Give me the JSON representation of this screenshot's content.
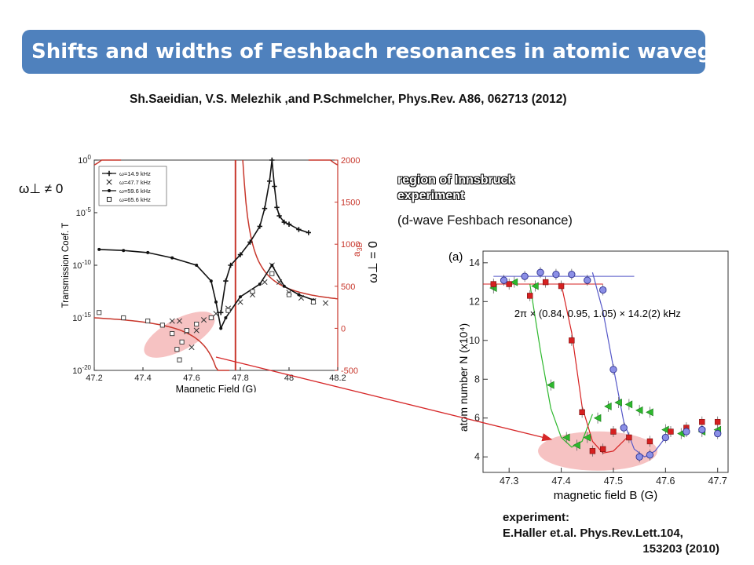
{
  "slide": {
    "title": "Shifts and widths of Feshbach resonances in atomic waveguides",
    "citation": "Sh.Saeidian, V.S. Melezhik ,and P.Schmelcher, Phys.Rev. A86, 062713 (2012)",
    "region_label_line1": "region of Innsbruck",
    "region_label_line2": "experiment",
    "dwave_note": "(d-wave Feshbach resonance)",
    "experiment_line1": "experiment:",
    "experiment_line2": "E.Haller et.al. Phys.Rev.Lett.104,",
    "experiment_line3": "153203 (2010)",
    "annotation_neq": "ω⊥ ≠ 0",
    "annotation_eq": "ω⊥ = 0",
    "highlight_color": "#f4b3b3",
    "arrow_color": "#d62728"
  },
  "chart_data": [
    {
      "type": "line",
      "xlabel": "Magnetic Field (G)",
      "ylabel": "Transmission Coef. T",
      "y2label": "a",
      "y2label_sub": "3D",
      "xlim": [
        47.2,
        48.2
      ],
      "xticks": [
        "47.2",
        "47.4",
        "47.6",
        "47.8",
        "48",
        "48.2"
      ],
      "y_scale": "log",
      "yticks": [
        {
          "base": "10",
          "exp": "0"
        },
        {
          "base": "10",
          "exp": "-5"
        },
        {
          "base": "10",
          "exp": "-10"
        },
        {
          "base": "10",
          "exp": "-15"
        },
        {
          "base": "10",
          "exp": "-20"
        }
      ],
      "ylim_log10": [
        -20,
        0
      ],
      "y2lim": [
        -500,
        2000
      ],
      "y2ticks": [
        "2000",
        "1500",
        "1000",
        "500",
        "0",
        "-500"
      ],
      "legend_position": "top-left",
      "series": [
        {
          "name": "ω=14.9 kHz",
          "marker": "plus",
          "x": [
            47.72,
            47.74,
            47.76,
            47.8,
            47.84,
            47.88,
            47.9,
            47.92,
            47.93,
            47.94,
            47.95,
            47.96,
            47.98,
            48.0,
            48.04,
            48.08
          ],
          "y": [
            -14.5,
            -11.5,
            -10.0,
            -9.0,
            -7.8,
            -6.3,
            -4.6,
            -2.0,
            0.0,
            -2.5,
            -4.5,
            -5.3,
            -5.9,
            -6.1,
            -6.6,
            -6.9
          ]
        },
        {
          "name": "ω=47.7 kHz",
          "marker": "x",
          "x": [
            47.52,
            47.55,
            47.58,
            47.6,
            47.62,
            47.65,
            47.7,
            47.75,
            47.8,
            47.85,
            47.9,
            47.93,
            47.96,
            48.0,
            48.05,
            48.1,
            48.15
          ],
          "y": [
            -15.3,
            -15.3,
            -16.3,
            -17.8,
            -16.2,
            -15.2,
            -14.6,
            -14.1,
            -13.5,
            -12.8,
            -11.6,
            -10.0,
            -11.6,
            -12.6,
            -13.1,
            -13.4,
            -13.6
          ]
        },
        {
          "name": "ω=59.6 kHz",
          "marker": "dot",
          "x": [
            47.22,
            47.32,
            47.42,
            47.52,
            47.62,
            47.68,
            47.7,
            47.72,
            47.74,
            47.8,
            47.88,
            47.93,
            47.98,
            48.04,
            48.1
          ],
          "y": [
            -8.5,
            -8.6,
            -8.8,
            -9.3,
            -10.0,
            -11.5,
            -13.5,
            -16.0,
            -15.0,
            -13.0,
            -11.8,
            -10.0,
            -12.0,
            -12.8,
            -13.3
          ]
        },
        {
          "name": "ω=65.6 kHz",
          "marker": "square",
          "x": [
            47.22,
            47.32,
            47.42,
            47.48,
            47.52,
            47.54,
            47.55,
            47.56,
            47.58,
            47.62,
            47.68,
            47.75,
            47.85,
            47.93,
            48.0,
            48.1
          ],
          "y": [
            -14.5,
            -15.0,
            -15.3,
            -15.7,
            -16.5,
            -18.0,
            -19.0,
            -17.3,
            -16.2,
            -15.6,
            -15.0,
            -14.3,
            -12.5,
            -10.8,
            -12.8,
            -13.5
          ]
        }
      ],
      "a3d_curve_note": "red a3D divergence at 47.78 G",
      "resonance_line_x": 47.78
    },
    {
      "type": "scatter",
      "panel_label": "(a)",
      "xlabel": "magnetic field B (G)",
      "ylabel": "atom number N (x10⁴)",
      "xlim": [
        47.25,
        47.72
      ],
      "ylim": [
        3.2,
        14.6
      ],
      "xticks": [
        "47.3",
        "47.4",
        "47.5",
        "47.6",
        "47.7"
      ],
      "yticks": [
        "14",
        "12",
        "10",
        "8",
        "6",
        "4"
      ],
      "annotation": "2π × (0.84, 0.95, 1.05) × 14.2(2) kHz",
      "series": [
        {
          "name": "0.84",
          "color": "#2db82d",
          "marker": "triangle",
          "x": [
            47.27,
            47.31,
            47.35,
            47.38,
            47.41,
            47.43,
            47.45,
            47.47,
            47.49,
            47.51,
            47.53,
            47.55,
            47.57,
            47.6,
            47.63,
            47.67,
            47.7
          ],
          "y": [
            12.7,
            13.0,
            12.8,
            7.7,
            5.0,
            4.6,
            5.0,
            6.0,
            6.6,
            6.8,
            6.7,
            6.4,
            6.3,
            5.4,
            5.2,
            5.3,
            5.4
          ]
        },
        {
          "name": "0.95",
          "color": "#d62020",
          "marker": "square",
          "x": [
            47.27,
            47.3,
            47.34,
            47.37,
            47.4,
            47.42,
            47.44,
            47.46,
            47.48,
            47.5,
            47.53,
            47.57,
            47.61,
            47.64,
            47.67,
            47.7
          ],
          "y": [
            12.9,
            12.9,
            12.3,
            13.0,
            12.8,
            10.0,
            6.3,
            4.3,
            4.4,
            5.3,
            5.0,
            4.8,
            5.3,
            5.5,
            5.8,
            5.8
          ]
        },
        {
          "name": "1.05",
          "color": "#5557c8",
          "marker": "circle",
          "x": [
            47.29,
            47.33,
            47.36,
            47.39,
            47.42,
            47.45,
            47.48,
            47.5,
            47.52,
            47.55,
            47.57,
            47.6,
            47.64,
            47.67,
            47.7
          ],
          "y": [
            13.1,
            13.3,
            13.5,
            13.4,
            13.4,
            13.1,
            12.6,
            8.5,
            5.5,
            4.0,
            4.1,
            5.0,
            5.3,
            5.4,
            5.2
          ]
        }
      ],
      "fits": [
        {
          "color": "#2db82d",
          "x": [
            47.34,
            47.36,
            47.38,
            47.4,
            47.42,
            47.44,
            47.46
          ],
          "y": [
            12.9,
            9.5,
            6.5,
            5.0,
            4.5,
            4.8,
            6.2
          ]
        },
        {
          "color": "#d62020",
          "x": [
            47.4,
            47.42,
            47.44,
            47.46,
            47.48,
            47.5,
            47.53
          ],
          "y": [
            12.9,
            10.4,
            6.6,
            4.8,
            4.2,
            4.3,
            5.1
          ]
        },
        {
          "color": "#5557c8",
          "x": [
            47.46,
            47.48,
            47.5,
            47.52,
            47.54,
            47.56,
            47.58,
            47.6
          ],
          "y": [
            13.5,
            11.5,
            8.6,
            5.8,
            4.4,
            4.0,
            4.3,
            5.0
          ]
        }
      ],
      "reference_lines": [
        {
          "color": "#5557c8",
          "y": 13.3,
          "x": [
            47.27,
            47.54
          ]
        },
        {
          "color": "#d62020",
          "y": 12.9,
          "x": [
            47.25,
            47.48
          ]
        }
      ]
    }
  ]
}
